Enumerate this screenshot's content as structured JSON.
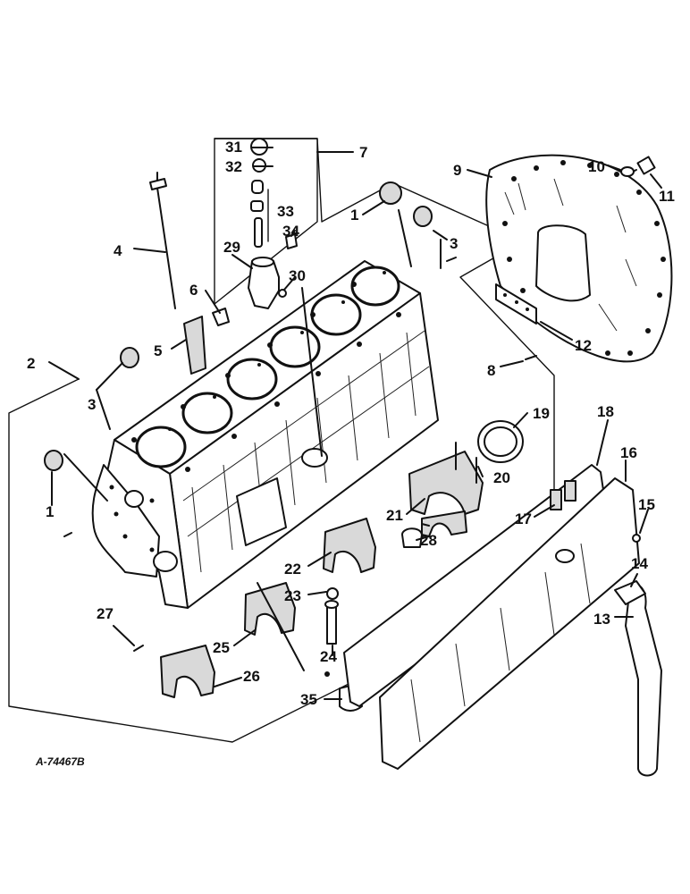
{
  "drawing_number": "A-74467B",
  "callouts": [
    "1",
    "2",
    "3",
    "4",
    "5",
    "6",
    "7",
    "8",
    "9",
    "10",
    "11",
    "12",
    "13",
    "14",
    "15",
    "16",
    "17",
    "18",
    "19",
    "20",
    "21",
    "22",
    "23",
    "24",
    "25",
    "26",
    "27",
    "28",
    "29",
    "30",
    "31",
    "32",
    "33",
    "34",
    "35"
  ],
  "extra_callouts": [
    "1",
    "3"
  ],
  "colors": {
    "ink": "#111111",
    "paper": "#ffffff",
    "shade": "#d9d9d9"
  }
}
